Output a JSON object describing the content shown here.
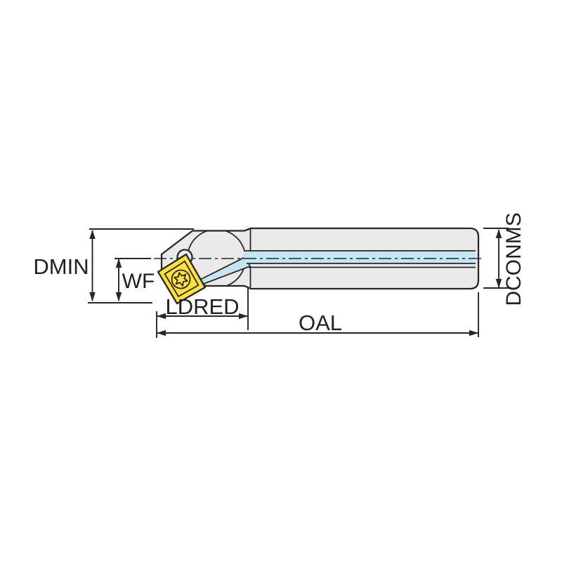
{
  "drawing": {
    "kind": "technical-dimension-drawing",
    "subject": "Internal turning boring bar with screw-clamped diamond insert and coolant channel, side view",
    "labels": {
      "dmin": "DMIN",
      "wf": "WF",
      "ldred": "LDRED",
      "oal": "OAL",
      "dconms": "DCONMS"
    },
    "colors": {
      "body_gray": "#ebeaeb",
      "insert_yellow": "#fbe23f",
      "coolant_blue": "#c4e5f2",
      "line_dark": "#2a2425",
      "background": "#ffffff"
    }
  }
}
